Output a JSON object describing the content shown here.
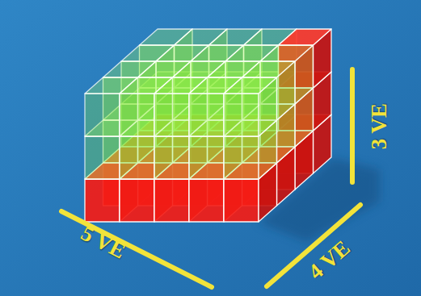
{
  "diagram": {
    "labels": [
      "5 VE",
      "4 VE",
      "3 VE"
    ]
  }
}
